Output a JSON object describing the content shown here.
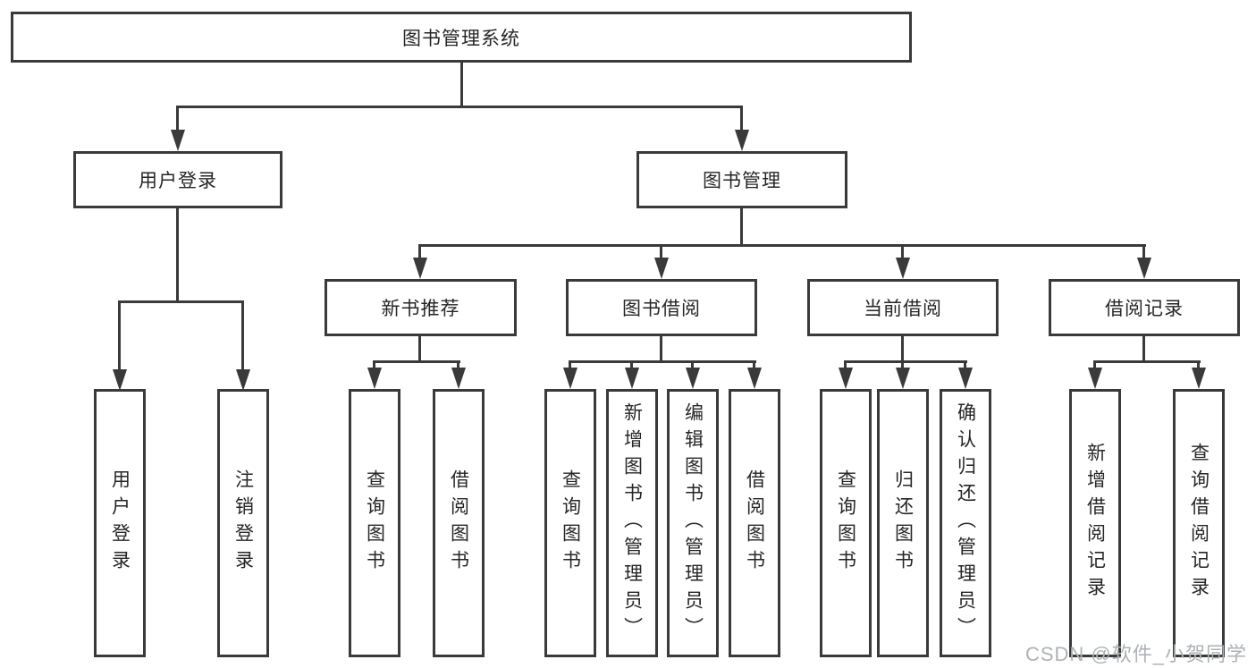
{
  "nodes": {
    "root": "图书管理系统",
    "user_login": "用户登录",
    "book_mgmt": "图书管理",
    "l3": [
      "新书推荐",
      "图书借阅",
      "当前借阅",
      "借阅记录"
    ],
    "user_login_children": [
      "用户登录",
      "注销登录"
    ],
    "new_book_children": [
      "查询图书",
      "借阅图书"
    ],
    "borrow_children": [
      "查询图书",
      "新增图书（管理员）",
      "编辑图书（管理员）",
      "借阅图书"
    ],
    "current_children": [
      "查询图书",
      "归还图书",
      "确认归还（管理员）"
    ],
    "record_children": [
      "新增借阅记录",
      "查询借阅记录"
    ]
  },
  "watermark": "CSDN @软件_小贺同学",
  "colors": {
    "line": "#3a3a3a",
    "background": "#ffffff",
    "text": "#262626",
    "watermark": "#aeb1b6"
  }
}
